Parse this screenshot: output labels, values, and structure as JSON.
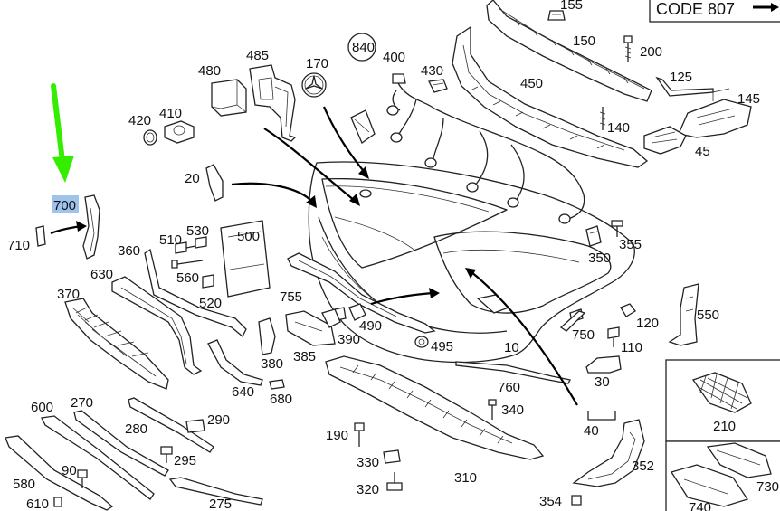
{
  "diagram": {
    "code_box": "CODE 807",
    "highlight_color": "#9fc3ea",
    "arrow_color": "#33ee00",
    "labels": {
      "l155": "155",
      "l150": "150",
      "l200": "200",
      "l840": "840",
      "l400": "400",
      "l430": "430",
      "l485": "485",
      "l480": "480",
      "l170": "170",
      "l125": "125",
      "l450": "450",
      "l145": "145",
      "l140": "140",
      "l45": "45",
      "l420": "420",
      "l410": "410",
      "l20": "20",
      "l700": "700",
      "l710": "710",
      "l530": "530",
      "l510": "510",
      "l500": "500",
      "l360": "360",
      "l560": "560",
      "l355": "355",
      "l350": "350",
      "l630": "630",
      "l520": "520",
      "l755": "755",
      "l370": "370",
      "l490": "490",
      "l120": "120",
      "l550": "550",
      "l390": "390",
      "l750": "750",
      "l495": "495",
      "l110": "110",
      "l10": "10",
      "l380": "380",
      "l385": "385",
      "l30": "30",
      "l640": "640",
      "l680": "680",
      "l760": "760",
      "l600": "600",
      "l270": "270",
      "l340": "340",
      "l290": "290",
      "l280": "280",
      "l210": "210",
      "l40": "40",
      "l190": "190",
      "l295": "295",
      "l90": "90",
      "l330": "330",
      "l310": "310",
      "l352": "352",
      "l580": "580",
      "l320": "320",
      "l610": "610",
      "l275": "275",
      "l354": "354",
      "l740": "740",
      "l730": "730"
    }
  }
}
